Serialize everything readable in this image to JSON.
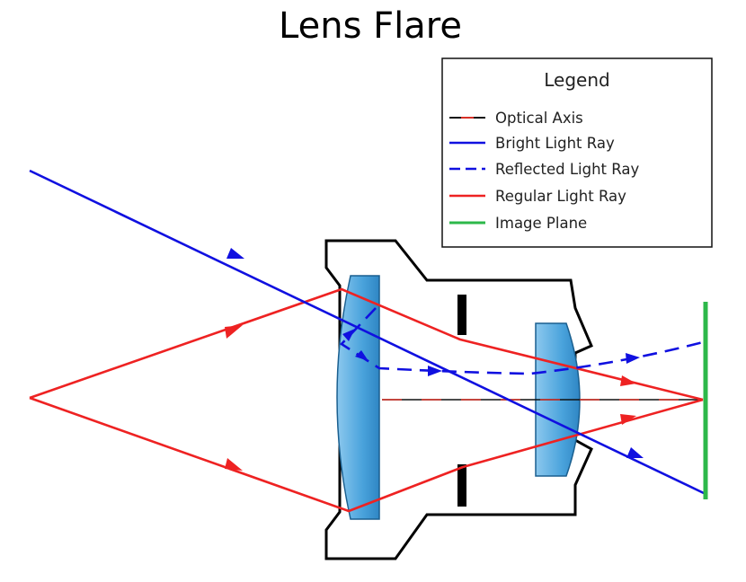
{
  "title": "Lens Flare",
  "legend": {
    "title": "Legend",
    "items": [
      {
        "label": "Optical Axis",
        "style": "axis",
        "color": "#d73027"
      },
      {
        "label": "Bright Light Ray",
        "style": "solid",
        "color": "#1010e0"
      },
      {
        "label": "Reflected Light Ray",
        "style": "dashed",
        "color": "#1010e0"
      },
      {
        "label": "Regular Light Ray",
        "style": "solid",
        "color": "#ee2222"
      },
      {
        "label": "Image Plane",
        "style": "solid",
        "color": "#2db84a"
      }
    ]
  },
  "colors": {
    "lens_fill": "#5aaee0",
    "lens_stroke": "#1a5f8f",
    "housing": "#000000",
    "bright_ray": "#1010e0",
    "regular_ray": "#ee2222",
    "image_plane": "#2db84a"
  }
}
